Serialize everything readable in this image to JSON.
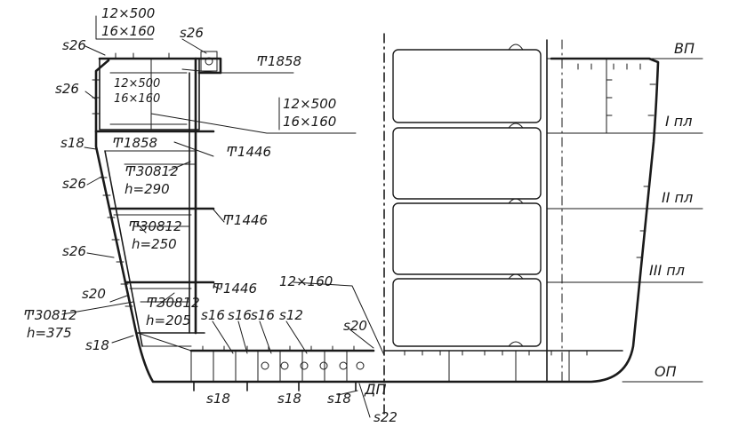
{
  "diagram": {
    "labels": {
      "plate_top_a": "12×500",
      "plate_top_b": "16×160",
      "s26_topright": "s26",
      "s26_topleft": "s26",
      "s26_upper": "s26",
      "t1858_top": "Ͳ1858",
      "plate_mid_a": "12×500",
      "plate_mid_b": "16×160",
      "inner_a": "12×500",
      "inner_b": "16×160",
      "s18_side": "s18",
      "t1858_deck": "Ͳ1858",
      "t1446_a": "Ͳ1446",
      "s26_mid": "s26",
      "t30812_a": "Ͳ30812",
      "h290": "h=290",
      "t1446_b": "Ͳ1446",
      "t30812_b": "Ͳ30812",
      "h250": "h=250",
      "s26_low": "s26",
      "t1446_c": "Ͳ1446",
      "s20_side": "s20",
      "t30812_c": "Ͳ30812",
      "h205": "h=205",
      "t30812_d": "Ͳ30812",
      "h375": "h=375",
      "s18_bilge": "s18",
      "s16_a": "s16",
      "s16_b": "s16",
      "s16_c": "s16",
      "s12": "s12",
      "plate_keel": "12×160",
      "s20_bottom": "s20",
      "s18_a": "s18",
      "s18_b": "s18",
      "s18_c": "s18",
      "dp": "ДП",
      "s22": "s22",
      "vp": "ВП",
      "pl1": "I пл",
      "pl2": "II пл",
      "pl3": "III пл",
      "op": "ОП"
    }
  }
}
